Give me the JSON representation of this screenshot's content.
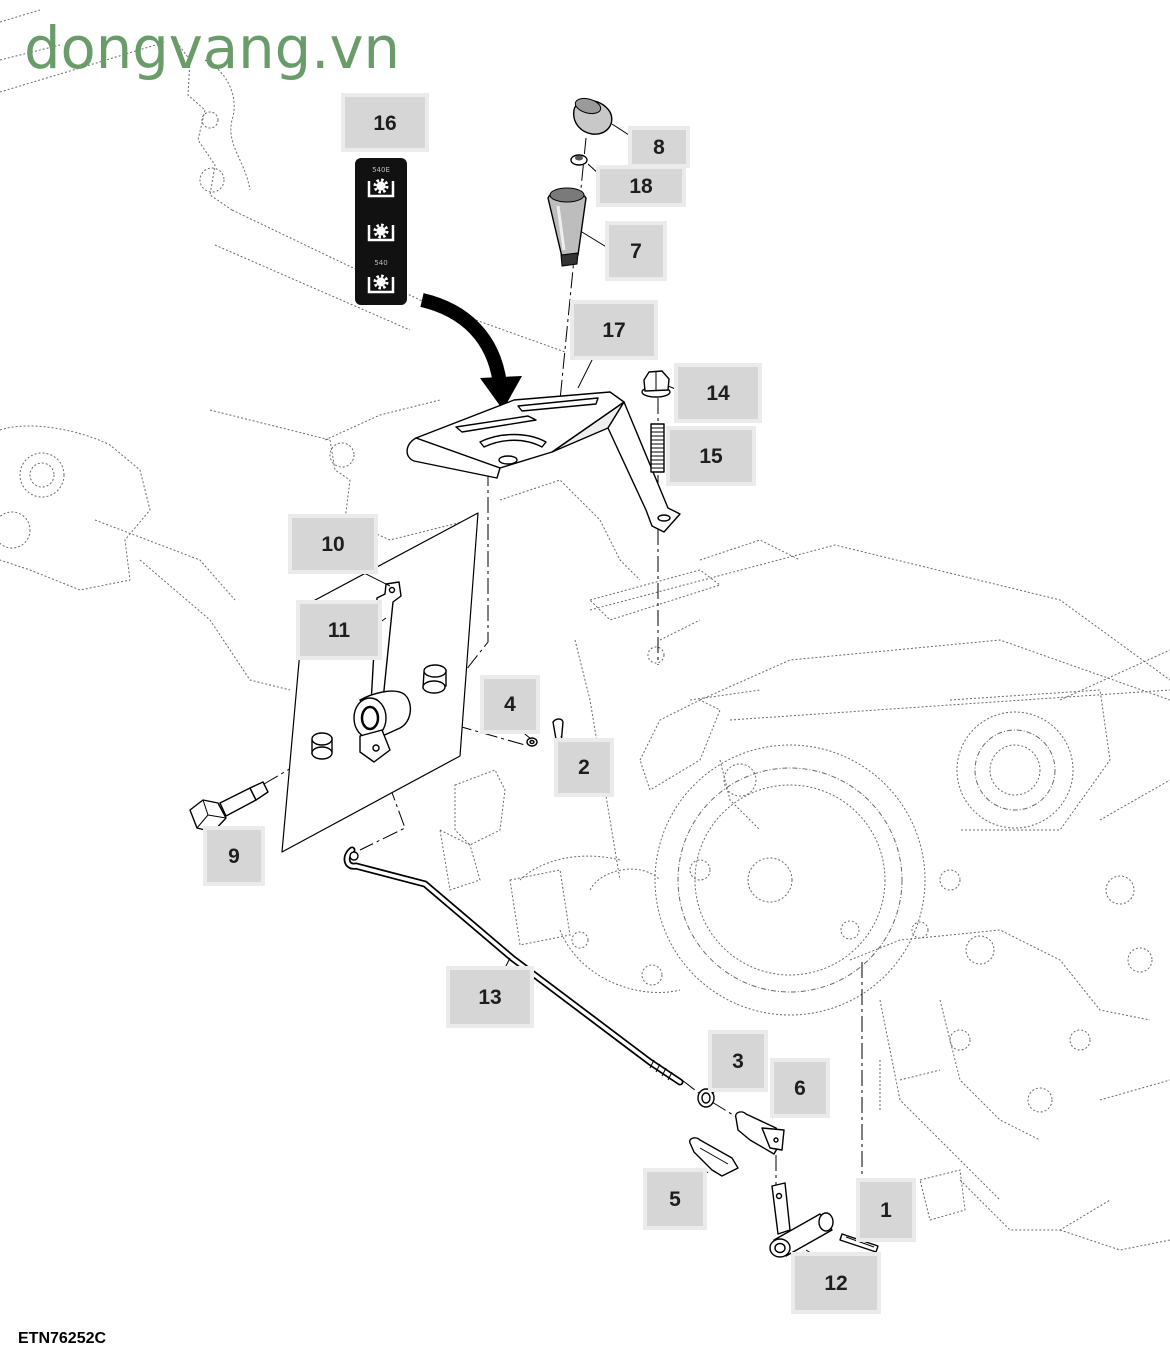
{
  "watermark": "dongvang.vn",
  "figure_code": "ETN76252C",
  "decal": {
    "label_top": "540E",
    "label_bottom": "540"
  },
  "callouts": {
    "p1": "1",
    "p2": "2",
    "p3": "3",
    "p4": "4",
    "p5": "5",
    "p6": "6",
    "p7": "7",
    "p8": "8",
    "p9": "9",
    "p10": "10",
    "p11": "11",
    "p12": "12",
    "p13": "13",
    "p14": "14",
    "p15": "15",
    "p16": "16",
    "p17": "17",
    "p18": "18"
  },
  "colors": {
    "watermark": "#6a9c6a",
    "callout_box": "#d6d6d6",
    "decal": "#111111"
  }
}
